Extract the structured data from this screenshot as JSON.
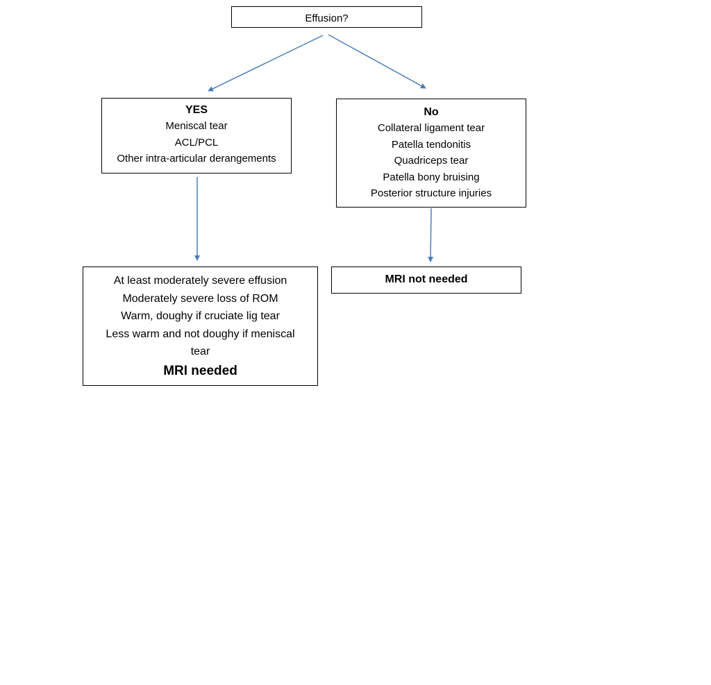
{
  "root": {
    "question": "Effusion?"
  },
  "yes_branch": {
    "heading": "YES",
    "conditions": [
      "Meniscal tear",
      "ACL/PCL",
      "Other intra-articular derangements"
    ],
    "findings": [
      "At least moderately severe effusion",
      "Moderately severe loss of ROM",
      "Warm, doughy if cruciate lig tear",
      "Less warm and not doughy if meniscal tear"
    ],
    "outcome": "MRI needed"
  },
  "no_branch": {
    "heading": "No",
    "conditions": [
      "Collateral ligament tear",
      "Patella tendonitis",
      "Quadriceps tear",
      "Patella bony bruising",
      "Posterior structure injuries"
    ],
    "outcome": "MRI not needed"
  },
  "colors": {
    "arrow": "#4a7ebb",
    "border": "#000000"
  }
}
